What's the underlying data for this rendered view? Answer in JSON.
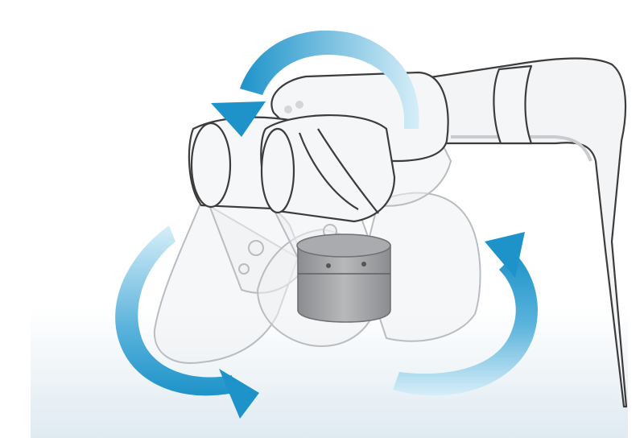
{
  "scene": {
    "subject": "robot-arm-wrist-rotation-illustration",
    "colors": {
      "background_top": "#ffffff",
      "background_bottom": "#dfeaf1",
      "arm_fill": "#f4f6f8",
      "arm_outline": "#3c3c3c",
      "ghost_outline": "#b9bdc2",
      "ghost_fill": "#e9ecef",
      "arrow_dark": "#1d93c9",
      "arrow_light": "#cde9f6",
      "joint_dark": "#8b8d90",
      "joint_light": "#c2c4c6"
    },
    "arrows": [
      {
        "name": "top-rotation-arrow",
        "icon": "curved-arrow-left-icon"
      },
      {
        "name": "left-rotation-arrow",
        "icon": "curved-arrow-right-icon"
      },
      {
        "name": "right-rotation-arrow",
        "icon": "curved-arrow-up-icon"
      }
    ]
  }
}
